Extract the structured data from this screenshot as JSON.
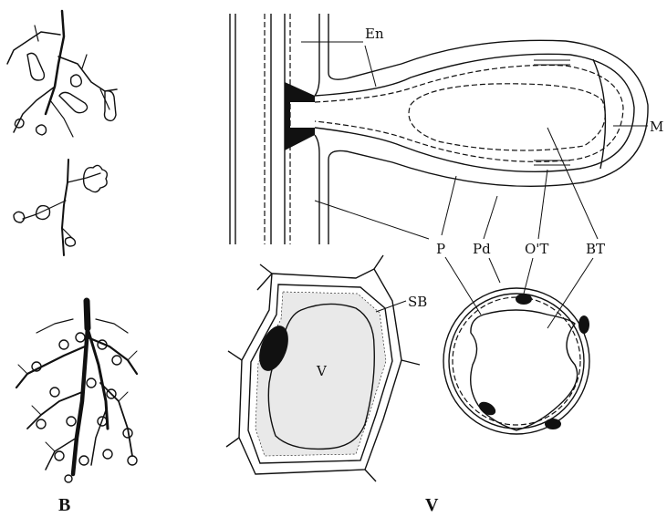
{
  "labels": {
    "en": "En",
    "m": "M",
    "p": "P",
    "pd": "Pd",
    "ot": "O'T",
    "bt": "BT",
    "sb": "SB",
    "v_cell": "V"
  },
  "captions": {
    "left": "B",
    "right": "V"
  }
}
